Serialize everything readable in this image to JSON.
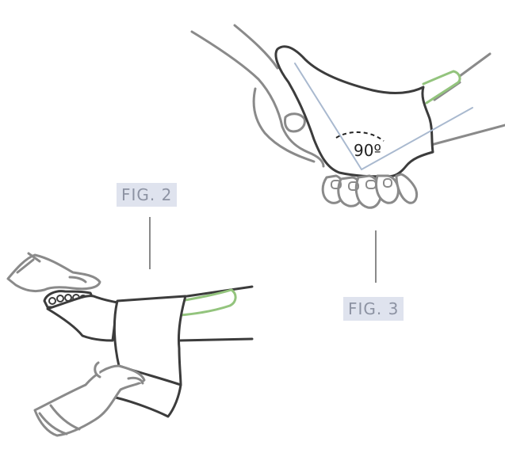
{
  "figures": [
    {
      "label": "FIG. 2",
      "description": "heel wrap"
    },
    {
      "label": "FIG. 3",
      "description": "foot at right angle"
    }
  ],
  "fig3": {
    "angle_label": "90º"
  },
  "colors": {
    "outline_dark": "#3c3c3c",
    "outline_gray": "#8a8a8a",
    "sock_green": "#93c47d",
    "guide_blue": "#a9b9cf",
    "label_bg": "#dfe3ee",
    "label_text": "#8d93a3"
  }
}
